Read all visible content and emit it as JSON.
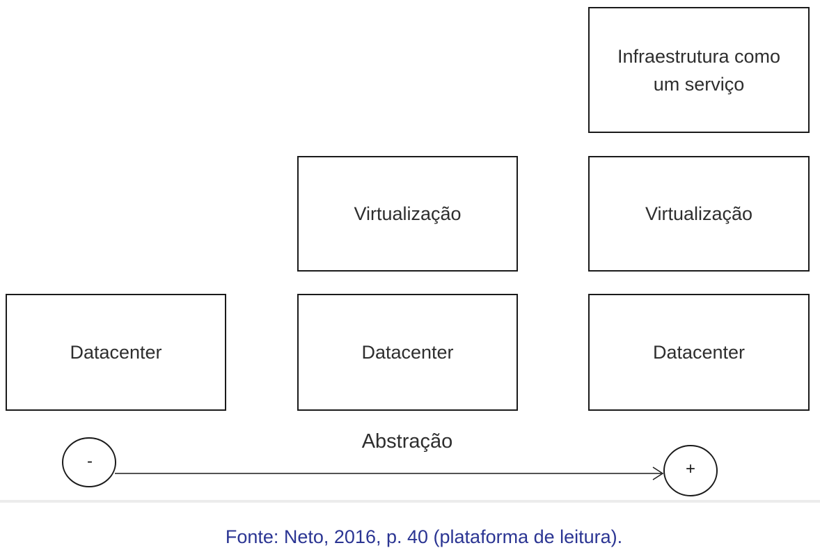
{
  "diagram": {
    "boxes": {
      "iaas": "Infraestrutura como um serviço",
      "virtualization_mid": "Virtualização",
      "virtualization_right": "Virtualização",
      "datacenter_left": "Datacenter",
      "datacenter_mid": "Datacenter",
      "datacenter_right": "Datacenter"
    },
    "axis": {
      "label": "Abstração",
      "start_symbol": "-",
      "end_symbol": "+"
    }
  },
  "caption": "Fonte: Neto, 2016, p. 40 (plataforma de leitura)."
}
